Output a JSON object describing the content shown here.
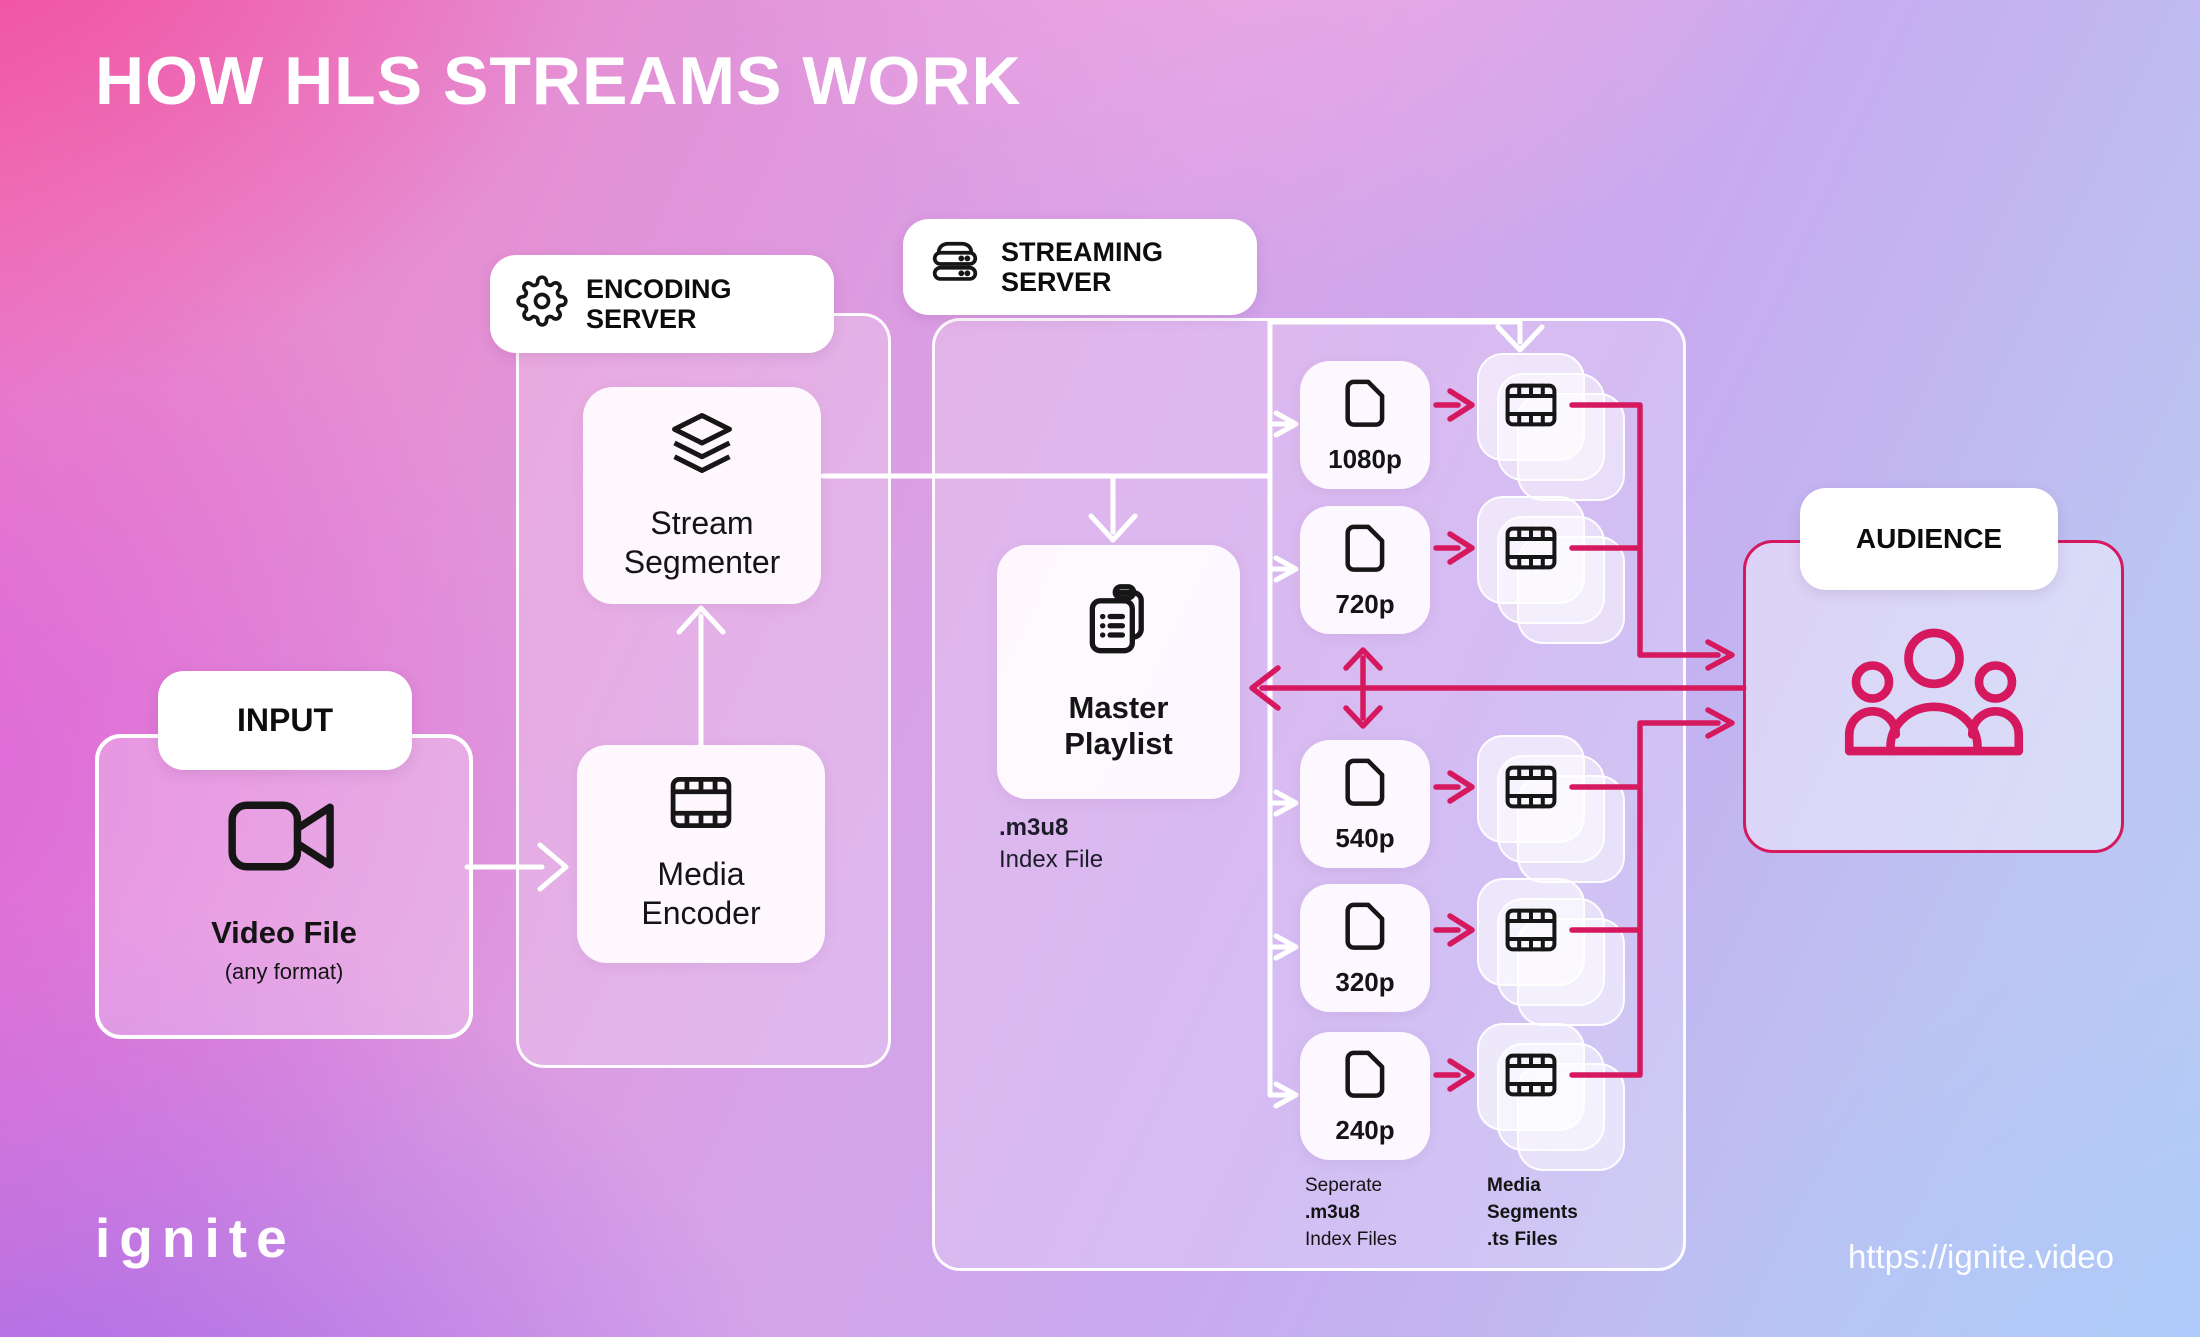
{
  "title": "HOW HLS STREAMS WORK",
  "accent_color": "#d6195f",
  "input": {
    "pill": "INPUT",
    "name": "Video File",
    "format": "(any format)"
  },
  "encoding_server": {
    "pill": "ENCODING SERVER",
    "segmenter": "Stream Segmenter",
    "encoder": "Media Encoder"
  },
  "streaming_server": {
    "pill": "STREAMING SERVER",
    "master_playlist": "Master Playlist",
    "master_file": ".m3u8",
    "master_file_desc": "Index File",
    "renditions": [
      "1080p",
      "720p",
      "540p",
      "320p",
      "240p"
    ],
    "index_note": {
      "l1": "Seperate",
      "l2": ".m3u8",
      "l3": "Index Files"
    },
    "segments_note": {
      "l1": "Media",
      "l2": "Segments",
      "l3": ".ts Files"
    }
  },
  "audience": {
    "pill": "AUDIENCE"
  },
  "footer": {
    "logo": "ignite",
    "url": "https://ignite.video"
  },
  "icons": {
    "input": "video-camera-icon",
    "encoding_server": "gear-icon",
    "stream_segmenter": "layers-icon",
    "media_encoder": "film-icon",
    "streaming_server": "server-stack-icon",
    "master_playlist": "clipboard-list-icon",
    "rendition_file": "file-icon",
    "media_segment": "film-icon",
    "audience": "people-group-icon"
  }
}
